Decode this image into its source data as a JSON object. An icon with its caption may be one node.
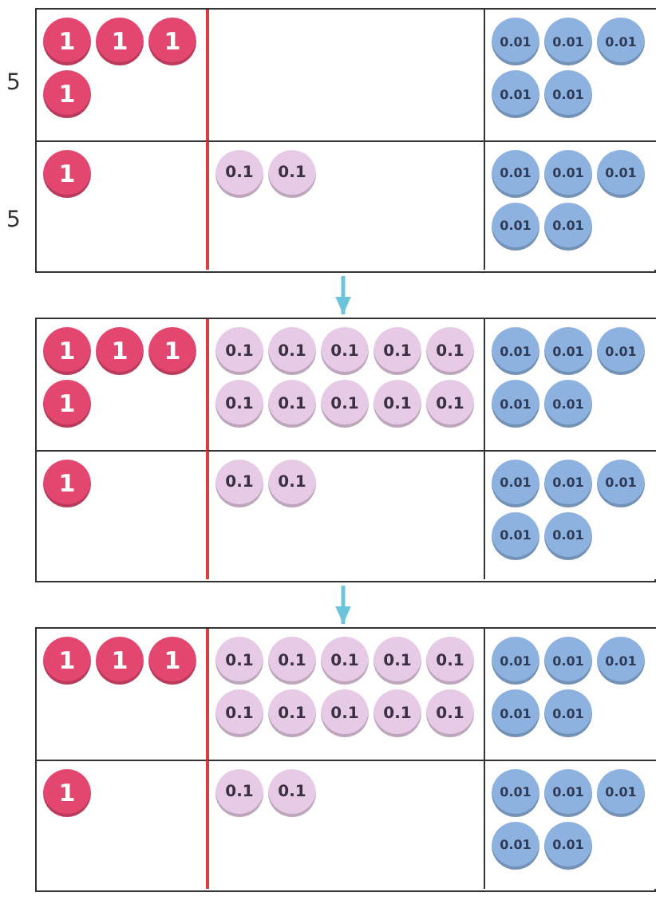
{
  "diagram": {
    "nodes": [
      {
        "text": [],
        "shape": "box"
      },
      {
        "text": [],
        "shape": "box",
        "in": 0
      },
      {
        "text": [],
        "shape": "box",
        "in": 0
      },
      {
        "text": [],
        "shape": "box",
        "in": 0
      },
      {
        "text": [],
        "shape": "box",
        "in": 0
      },
      {
        "text": [],
        "shape": "box",
        "in": 0
      },
      {
        "text": [],
        "shape": "box",
        "in": 0
      },
      {
        "text": [
          "1"
        ],
        "in": 1
      },
      {
        "text": [
          "1"
        ],
        "in": 1
      },
      {
        "text": [
          "1"
        ],
        "in": 1
      },
      {
        "text": [
          "1"
        ],
        "in": 1
      },
      {
        "text": [
          "0.01"
        ],
        "in": 3
      },
      {
        "text": [
          "0.01"
        ],
        "in": 3
      },
      {
        "text": [
          "0.01"
        ],
        "in": 3
      },
      {
        "text": [
          "0.01"
        ],
        "in": 3
      },
      {
        "text": [
          "0.01"
        ],
        "in": 3
      },
      {
        "text": [
          "1"
        ],
        "in": 4
      },
      {
        "text": [
          "0.1"
        ],
        "in": 5
      },
      {
        "text": [
          "0.1"
        ],
        "in": 5
      },
      {
        "text": [
          "0.01"
        ],
        "in": 6
      },
      {
        "text": [
          "0.01"
        ],
        "in": 6
      },
      {
        "text": [
          "0.01"
        ],
        "in": 6
      },
      {
        "text": [
          "0.01"
        ],
        "in": 6
      },
      {
        "text": [
          "0.01"
        ],
        "in": 6
      },
      {
        "text": [],
        "shape": "box"
      },
      {
        "text": [],
        "shape": "box",
        "in": 24
      },
      {
        "text": [],
        "shape": "box",
        "in": 24
      },
      {
        "text": [],
        "shape": "box",
        "in": 24
      },
      {
        "text": [],
        "shape": "box",
        "in": 24
      },
      {
        "text": [],
        "shape": "box",
        "in": 24
      },
      {
        "text": [],
        "shape": "box",
        "in": 24
      },
      {
        "text": [
          "1"
        ],
        "in": 25
      },
      {
        "text": [
          "1"
        ],
        "in": 25
      },
      {
        "text": [
          "1"
        ],
        "in": 25
      },
      {
        "text": [
          "1"
        ],
        "in": 25
      },
      {
        "text": [
          "0.1"
        ],
        "in": 26
      },
      {
        "text": [
          "0.1"
        ],
        "in": 26
      },
      {
        "text": [
          "0.1"
        ],
        "in": 26
      },
      {
        "text": [
          "0.1"
        ],
        "in": 26
      },
      {
        "text": [
          "0.1"
        ],
        "in": 26
      },
      {
        "text": [
          "0.1"
        ],
        "in": 26
      },
      {
        "text": [
          "0.1"
        ],
        "in": 26
      },
      {
        "text": [
          "0.1"
        ],
        "in": 26
      },
      {
        "text": [
          "0.1"
        ],
        "in": 26
      },
      {
        "text": [
          "0.1"
        ],
        "in": 26
      },
      {
        "text": [
          "0.01"
        ],
        "in": 27
      },
      {
        "text": [
          "0.01"
        ],
        "in": 27
      },
      {
        "text": [
          "0.01"
        ],
        "in": 27
      },
      {
        "text": [
          "0.01"
        ],
        "in": 27
      },
      {
        "text": [
          "0.01"
        ],
        "in": 27
      },
      {
        "text": [
          "1"
        ],
        "in": 28
      },
      {
        "text": [
          "0.1"
        ],
        "in": 29
      },
      {
        "text": [
          "0.1"
        ],
        "in": 29
      },
      {
        "text": [
          "0.01"
        ],
        "in": 30
      },
      {
        "text": [
          "0.01"
        ],
        "in": 30
      },
      {
        "text": [
          "0.01"
        ],
        "in": 30
      },
      {
        "text": [
          "0.01"
        ],
        "in": 30
      },
      {
        "text": [
          "0.01"
        ],
        "in": 30
      },
      {
        "text": [],
        "shape": "box"
      },
      {
        "text": [],
        "shape": "box",
        "in": 58
      },
      {
        "text": [],
        "shape": "box",
        "in": 58
      },
      {
        "text": [],
        "shape": "box",
        "in": 58
      },
      {
        "text": [],
        "shape": "box",
        "in": 58
      },
      {
        "text": [],
        "shape": "box",
        "in": 58
      },
      {
        "text": [],
        "shape": "box",
        "in": 58
      },
      {
        "text": [
          "1"
        ],
        "in": 59
      },
      {
        "text": [
          "1"
        ],
        "in": 59
      },
      {
        "text": [
          "1"
        ],
        "in": 59
      },
      {
        "text": [
          "0.1"
        ],
        "in": 60
      },
      {
        "text": [
          "0.1"
        ],
        "in": 60
      },
      {
        "text": [
          "0.1"
        ],
        "in": 60
      },
      {
        "text": [
          "0.1"
        ],
        "in": 60
      },
      {
        "text": [
          "0.1"
        ],
        "in": 60
      },
      {
        "text": [
          "0.1"
        ],
        "in": 60
      },
      {
        "text": [
          "0.1"
        ],
        "in": 60
      },
      {
        "text": [
          "0.1"
        ],
        "in": 60
      },
      {
        "text": [
          "0.1"
        ],
        "in": 60
      },
      {
        "text": [
          "0.1"
        ],
        "in": 60
      },
      {
        "text": [
          "0.01"
        ],
        "in": 61
      },
      {
        "text": [
          "0.01"
        ],
        "in": 61
      },
      {
        "text": [
          "0.01"
        ],
        "in": 61
      },
      {
        "text": [
          "0.01"
        ],
        "in": 61
      },
      {
        "text": [
          "0.01"
        ],
        "in": 61
      },
      {
        "text": [
          "1"
        ],
        "in": 62
      },
      {
        "text": [
          "0.1"
        ],
        "in": 63
      },
      {
        "text": [
          "0.1"
        ],
        "in": 63
      },
      {
        "text": [
          "0.01"
        ],
        "in": 64
      },
      {
        "text": [
          "0.01"
        ],
        "in": 64
      },
      {
        "text": [
          "0.01"
        ],
        "in": 64
      },
      {
        "text": [
          "0.01"
        ],
        "in": 64
      },
      {
        "text": [
          "0.01"
        ],
        "in": 64
      }
    ],
    "edges": [
      {
        "from": 0,
        "to": 24,
        "arrow": "to"
      },
      {
        "from": 24,
        "to": 58,
        "arrow": "to"
      }
    ],
    "labels": [
      "5",
      "5"
    ]
  }
}
